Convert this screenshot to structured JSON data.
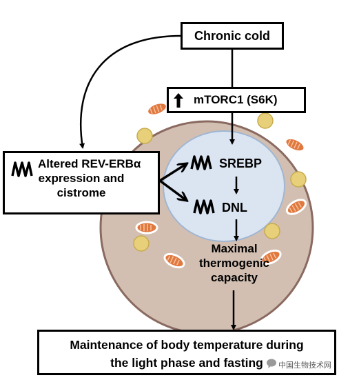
{
  "nodes": {
    "chronic_cold": "Chronic cold",
    "mtorc1": "mTORC1 (S6K)",
    "rev_erb_line1": "Altered REV-ERBα",
    "rev_erb_line2": "expression and",
    "rev_erb_line3": "cistrome",
    "srebp": "SREBP",
    "dnl": "DNL",
    "maximal_line1": "Maximal",
    "maximal_line2": "thermogenic",
    "maximal_line3": "capacity",
    "maintenance_line1": "Maintenance of body temperature during",
    "maintenance_line2": "the light phase and fasting"
  },
  "watermark": "中国生物技术网",
  "colors": {
    "cell_fill": "#d2bfb2",
    "cell_border": "#8a6a60",
    "nucleus_fill": "#dbe5f2",
    "nucleus_border": "#9fb6d2",
    "lipid_droplet": "#e8d07a",
    "mitochondrion": "#e07840",
    "arrow": "#000000"
  },
  "icons": {
    "up_arrow": "up-arrow-icon",
    "circadian_wave": "circadian-wave-icon"
  }
}
